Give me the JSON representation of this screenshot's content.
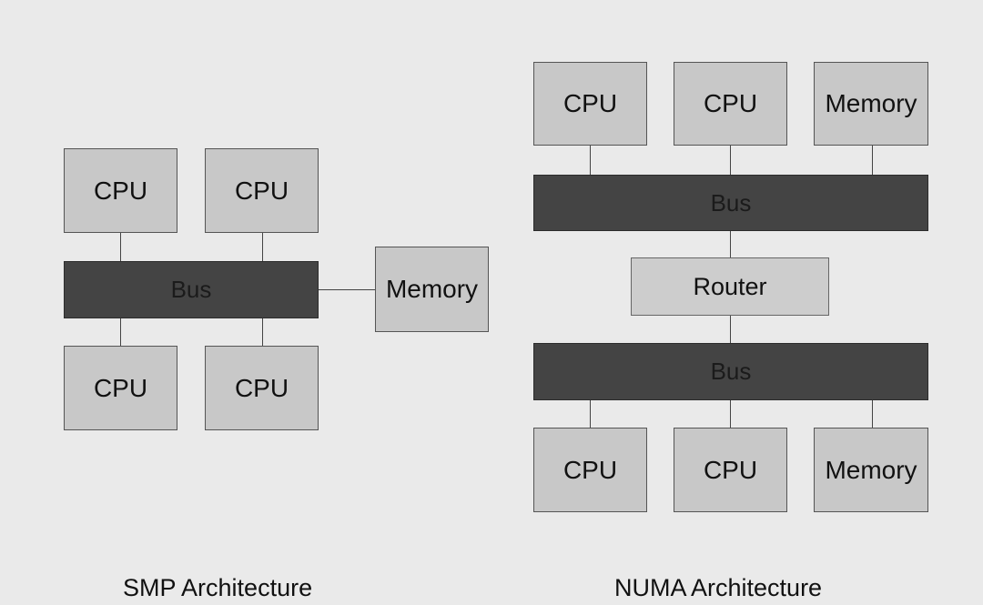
{
  "smp": {
    "cpu_top_left": "CPU",
    "cpu_top_right": "CPU",
    "bus": "Bus",
    "memory": "Memory",
    "cpu_bottom_left": "CPU",
    "cpu_bottom_right": "CPU",
    "caption": "SMP Architecture"
  },
  "numa": {
    "top_cpu_1": "CPU",
    "top_cpu_2": "CPU",
    "top_memory": "Memory",
    "top_bus": "Bus",
    "router": "Router",
    "bottom_bus": "Bus",
    "bottom_cpu_1": "CPU",
    "bottom_cpu_2": "CPU",
    "bottom_memory": "Memory",
    "caption": "NUMA Architecture"
  }
}
